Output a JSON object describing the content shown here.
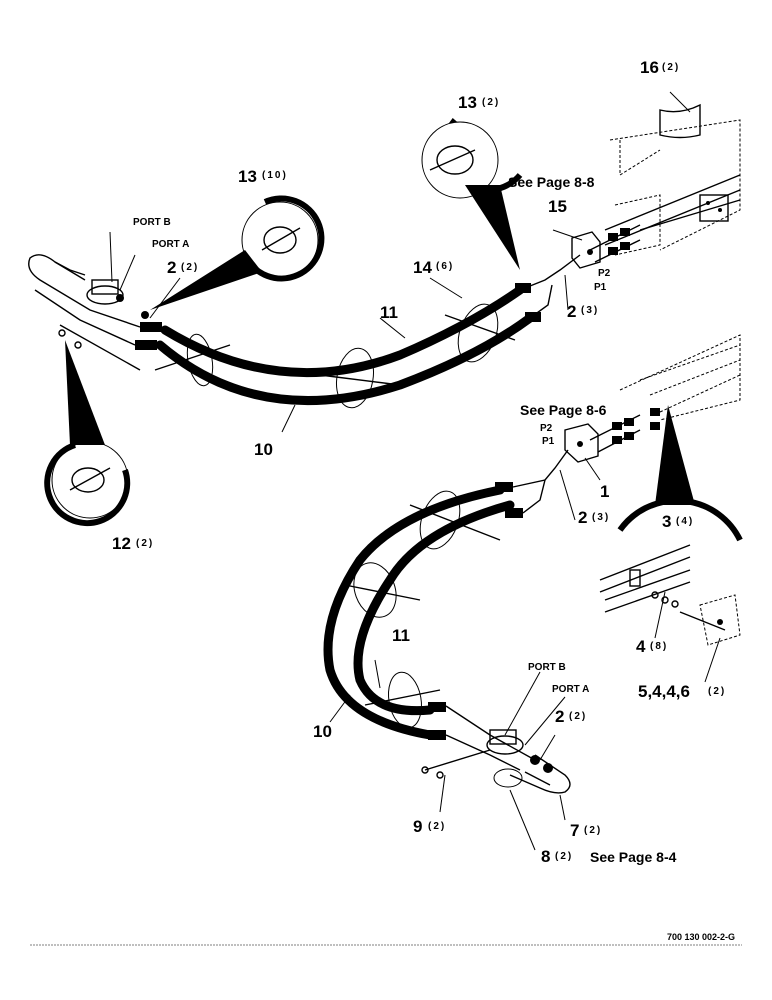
{
  "callouts": {
    "c16": {
      "num": "16",
      "qty": "(2)"
    },
    "c13a": {
      "num": "13",
      "qty": "(2)"
    },
    "c13b": {
      "num": "13",
      "qty": "(10)"
    },
    "c15": {
      "num": "15"
    },
    "c2a": {
      "num": "2",
      "qty": "(2)"
    },
    "c14": {
      "num": "14",
      "qty": "(6)"
    },
    "c11a": {
      "num": "11"
    },
    "c2b": {
      "num": "2",
      "qty": "(3)"
    },
    "c10a": {
      "num": "10"
    },
    "c12": {
      "num": "12",
      "qty": "(2)"
    },
    "c1": {
      "num": "1"
    },
    "c2c": {
      "num": "2",
      "qty": "(3)"
    },
    "c3": {
      "num": "3",
      "qty": "(4)"
    },
    "c4": {
      "num": "4",
      "qty": "(8)"
    },
    "c5": {
      "num": "5,4,4,6",
      "qty": "(2)"
    },
    "c11b": {
      "num": "11"
    },
    "c10b": {
      "num": "10"
    },
    "c2d": {
      "num": "2",
      "qty": "(2)"
    },
    "c9": {
      "num": "9",
      "qty": "(2)"
    },
    "c7": {
      "num": "7",
      "qty": "(2)"
    },
    "c8": {
      "num": "8",
      "qty": "(2)",
      "note": "See Page 8-4"
    }
  },
  "refs": {
    "page_8_8": "See Page 8-8",
    "page_8_6": "See Page 8-6"
  },
  "ports": {
    "port_b_top": "PORT B",
    "port_a_top": "PORT A",
    "port_b_bottom": "PORT B",
    "port_a_bottom": "PORT A",
    "p2_top": "P2",
    "p1_top": "P1",
    "p2_bottom": "P2",
    "p1_bottom": "P1"
  },
  "figure_number": "700 130 002-2-G"
}
